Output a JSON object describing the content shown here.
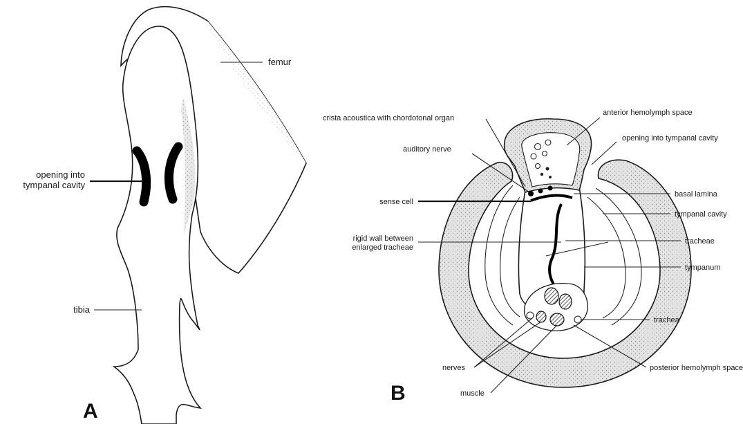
{
  "panel_a": {
    "panel_label": "A",
    "labels": {
      "femur": "femur",
      "opening_line1": "opening into",
      "opening_line2": "tympanal cavity",
      "tibia": "tibia"
    }
  },
  "panel_b": {
    "panel_label": "B",
    "labels": {
      "crista": "crista acoustica with chordotonal organ",
      "anterior_hemolymph": "anterior hemolymph space",
      "opening_tympanal": "opening into tympanal cavity",
      "auditory_nerve": "auditory nerve",
      "basal_lamina": "basal lamina",
      "sense_cell": "sense cell",
      "tympanal_cavity": "tympanal cavity",
      "rigid_wall_line1": "rigid wall between",
      "rigid_wall_line2": "enlarged tracheae",
      "tracheae": "tracheae",
      "tympanum": "tympanum",
      "trachea": "trachea",
      "nerves": "nerves",
      "posterior_hemolymph": "posterior hemolymph space",
      "muscle": "muscle"
    }
  }
}
